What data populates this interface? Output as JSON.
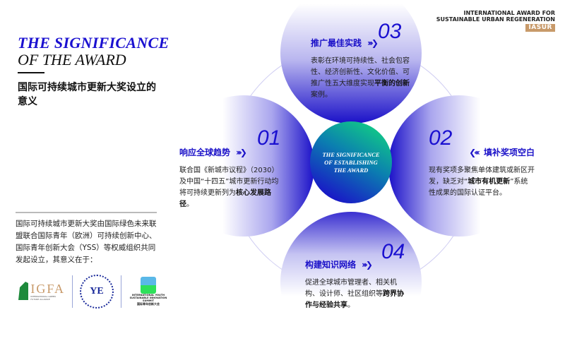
{
  "title": {
    "line1": "THE SIGNIFICANCE",
    "line2": "OF THE AWARD",
    "cn": "国际可持续城市更新大奖设立的意义"
  },
  "intro": "国际可持续城市更新大奖由国际绿色未来联盟联合国际青年（欧洲）可持续创新中心、国际青年创新大会（YSS）等权威组织共同发起设立，其意义在于：",
  "brand": {
    "line1": "INTERNATIONAL AWARD FOR",
    "line2": "SUSTAINABLE URBAN REGENERATION",
    "badge": "IASUR"
  },
  "logos": {
    "igfa": "IGFA",
    "igfa_sub": "INTERNATIONAL GREEN FUTURE ALLIANCE",
    "ye": "YE",
    "yss": "INTERNATIONAL YOUTH SUSTAINABLE INNOVATION SUMMIT",
    "yss_cn": "国际青年创新大会"
  },
  "center": "THE SIGNIFICANCE OF ESTABLISHING THE AWARD",
  "items": [
    {
      "num": "01",
      "title": "响应全球趋势",
      "text": "联合国《新城市议程》（2030）及中国“十四五”城市更新行动均将可持续更新列为",
      "bold": "核心发展路径",
      "tail": "。"
    },
    {
      "num": "02",
      "title": "填补奖项空白",
      "text": "现有奖项多聚焦单体建筑或新区开发，缺乏对“",
      "bold": "城市有机更新",
      "tail": "”系统性成果的国际认证平台。"
    },
    {
      "num": "03",
      "title": "推广最佳实践",
      "text": "表彰在环境可持续性、社会包容性、经济创新性、文化价值、可推广性五大维度实现",
      "bold": "平衡的创新",
      "tail": "案例。"
    },
    {
      "num": "04",
      "title": "构建知识网络",
      "text": "促进全球城市管理者、相关机构、设计师、社区组织等",
      "bold": "跨界协作与经验共享",
      "tail": "。"
    }
  ],
  "colors": {
    "accent": "#1a10c8",
    "green": "#13e07a",
    "gold": "#c89a6a"
  }
}
